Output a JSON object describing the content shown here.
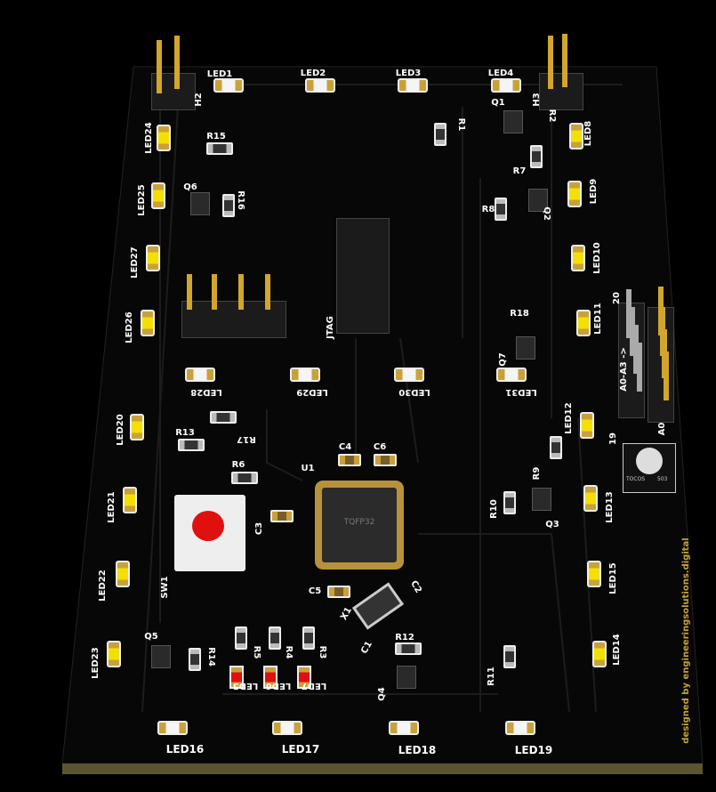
{
  "labels": [
    "LED1",
    "LED2",
    "LED3",
    "LED4",
    "H2",
    "H3",
    "R1",
    "Q1",
    "R2",
    "LED8",
    "LED24",
    "R15",
    "R7",
    "LED9",
    "LED25",
    "Q6",
    "R16",
    "R8",
    "Q2",
    "LED10",
    "LED27",
    "LED26",
    "JTAG",
    "R18",
    "LED11",
    "Q7",
    "LED28",
    "LED29",
    "LED30",
    "LED31",
    "LED12",
    "LED20",
    "R13",
    "R17",
    "C4",
    "C6",
    "U1",
    "R6",
    "R9",
    "R10",
    "LED13",
    "C3",
    "Q3",
    "LED21",
    "SW1",
    "LED22",
    "LED15",
    "C5",
    "C2",
    "X1",
    "C1",
    "R12",
    "Q5",
    "R14",
    "R5",
    "R4",
    "R3",
    "LED5",
    "LED6",
    "LED7",
    "Q4",
    "R11",
    "LED23",
    "LED14",
    "LED16",
    "LED17",
    "LED18",
    "LED19",
    "A0-A3 ->",
    "A0",
    "20",
    "19"
  ],
  "chip_marking": "TQFP32",
  "pot_marking": [
    "TOCOS",
    "503"
  ],
  "signature": "designed by engineeringsolutions.digital",
  "colors": {
    "board": "#070707",
    "edge": "#5a5530",
    "silk": "#ffffff",
    "gold": "#c9a13a",
    "button": "#e01010"
  }
}
